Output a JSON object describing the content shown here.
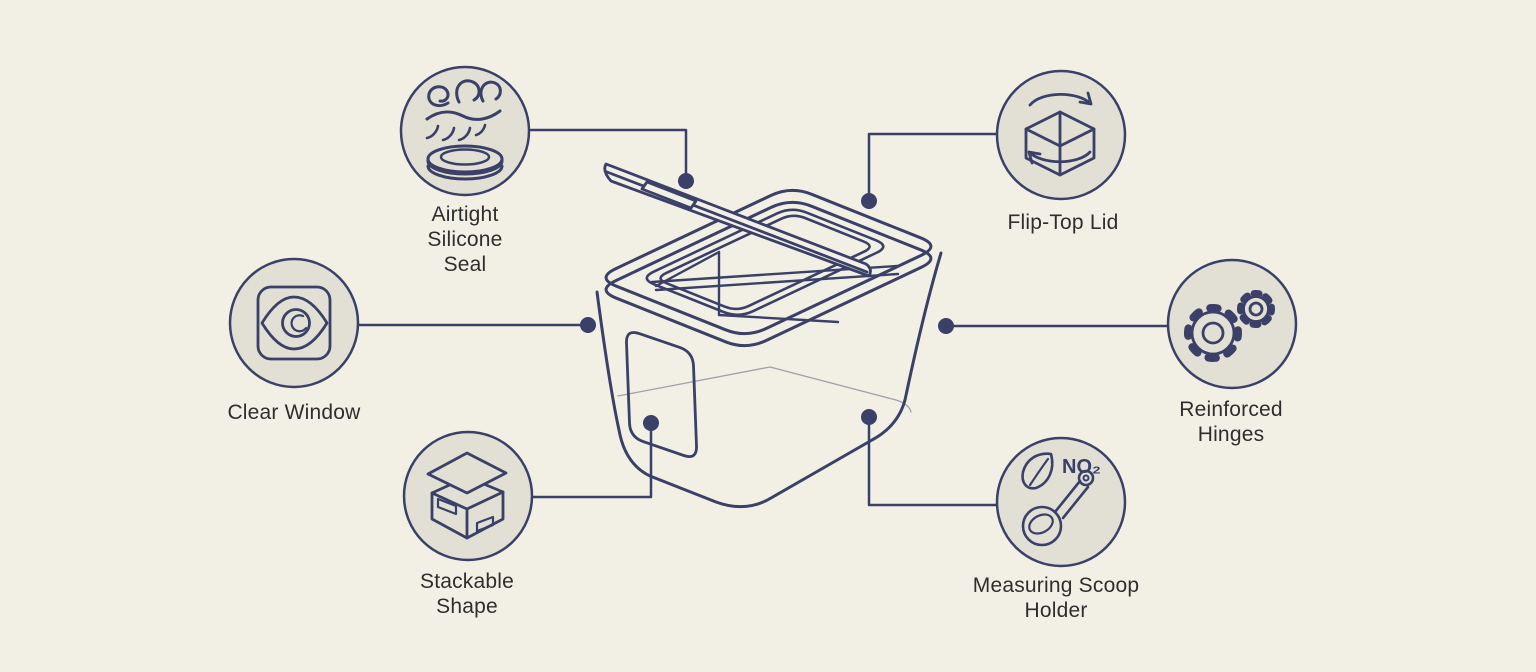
{
  "colors": {
    "background": "#f2efe4",
    "ink": "#3a4068",
    "circle_fill": "#e2dfd4",
    "label_text": "#2e2e2e"
  },
  "illustration": {
    "subject": "storage container with open flip-top and scoop laid across the rim"
  },
  "features": [
    {
      "id": "airtight-silicone-seal",
      "icon": "steam-seal-icon",
      "label_lines": [
        "Airtight",
        "Silicone",
        "Seal"
      ]
    },
    {
      "id": "flip-top-lid",
      "icon": "rotating-cube-icon",
      "label_lines": [
        "Flip-Top Lid"
      ]
    },
    {
      "id": "clear-window",
      "icon": "eye-window-icon",
      "label_lines": [
        "Clear Window"
      ]
    },
    {
      "id": "reinforced-hinges",
      "icon": "gears-icon",
      "label_lines": [
        "Reinforced",
        "Hinges"
      ]
    },
    {
      "id": "stackable-shape",
      "icon": "open-box-icon",
      "label_lines": [
        "Stackable",
        "Shape"
      ]
    },
    {
      "id": "measuring-scoop-holder",
      "icon": "scoop-leaf-icon",
      "icon_text": "NO₂",
      "label_lines": [
        "Measuring Scoop",
        "Holder"
      ]
    }
  ]
}
